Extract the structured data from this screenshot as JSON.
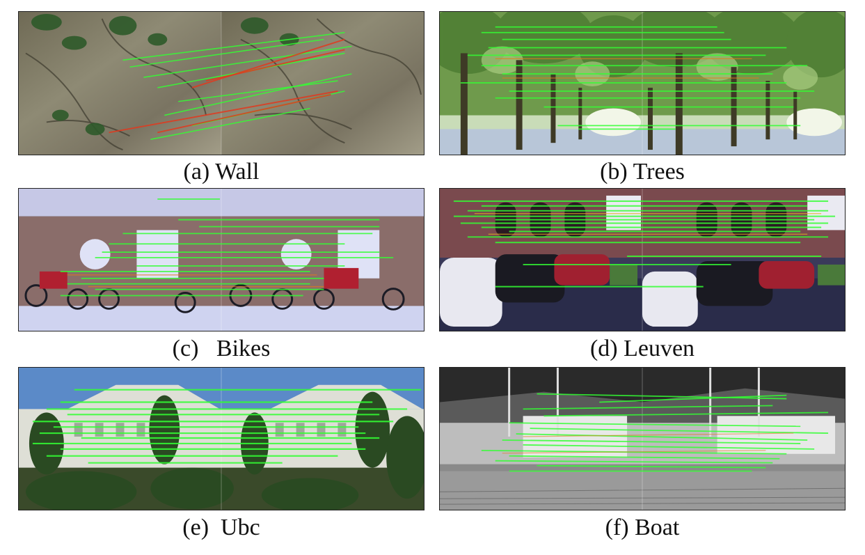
{
  "figure": {
    "captions": {
      "a": "(a) Wall",
      "b": "(b) Trees",
      "c": "(c)   Bikes",
      "d": "(d) Leuven",
      "e": "(e)  Ubc",
      "f": "(f) Boat"
    },
    "colors": {
      "match_correct": "#33ff33",
      "match_wrong": "#e03a1e"
    }
  }
}
